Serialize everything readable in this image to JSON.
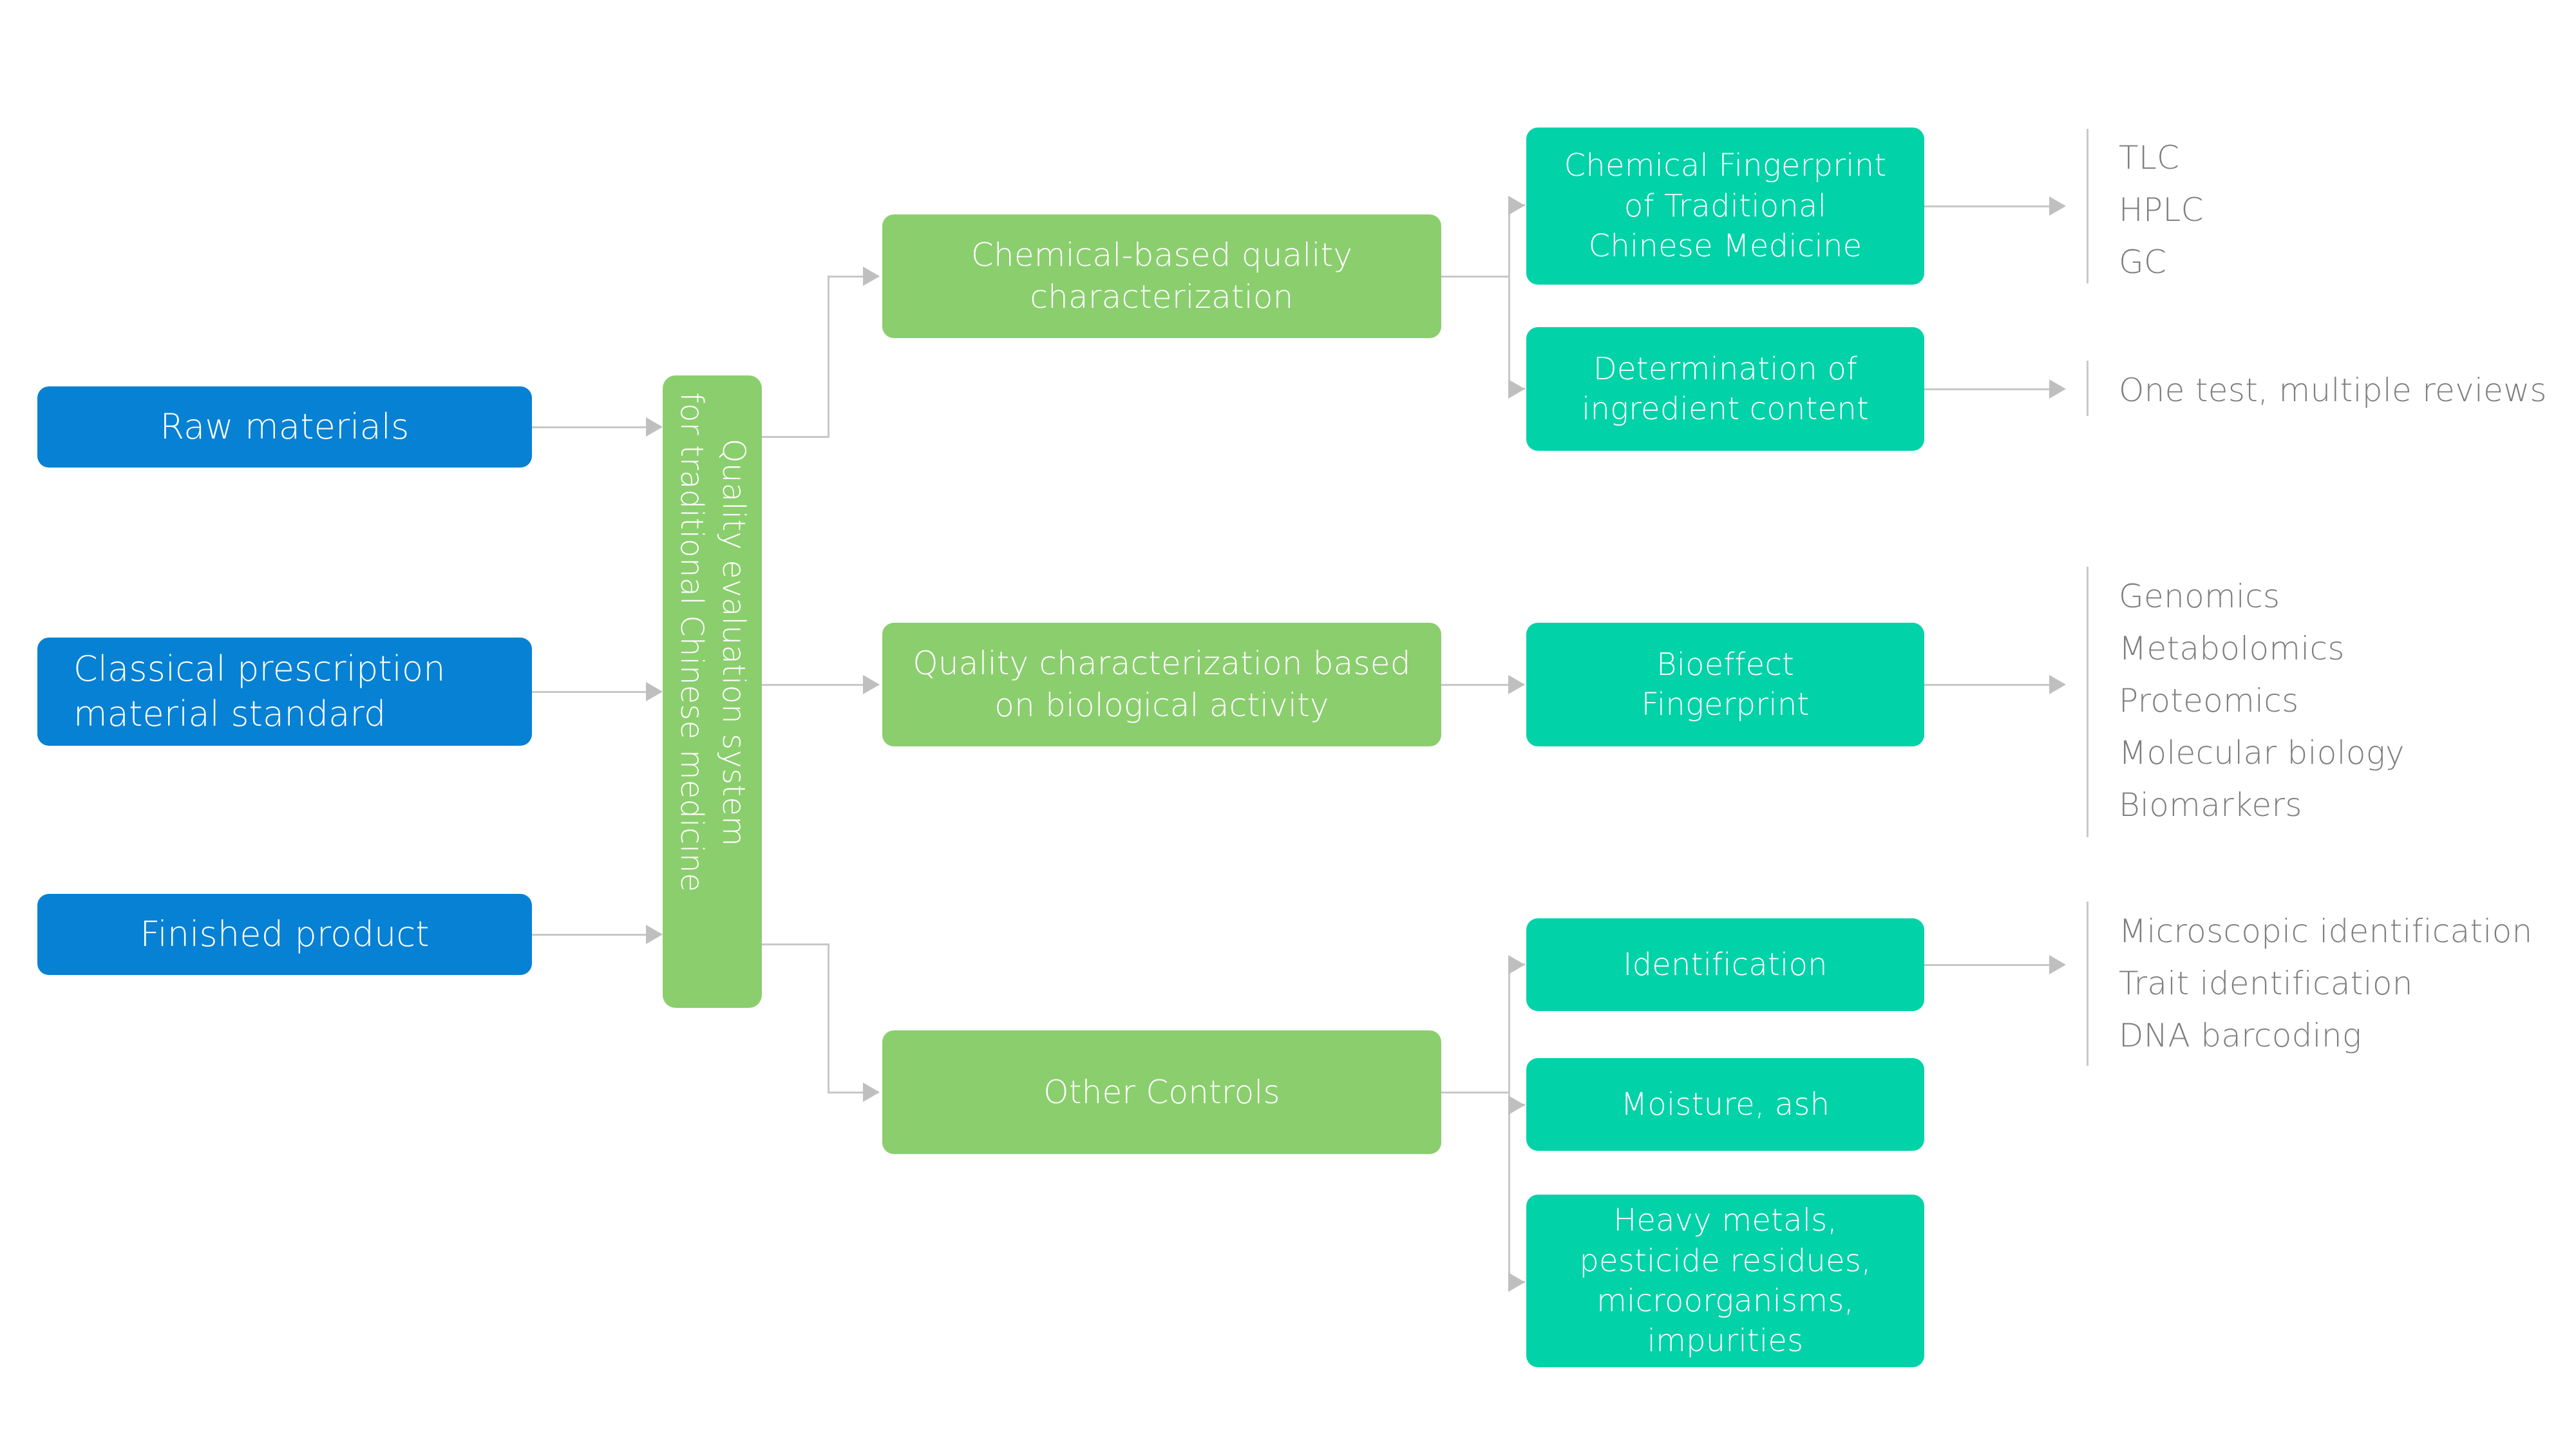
{
  "diagram": {
    "title": "Quality evaluation system for traditional Chinese medicine flowchart",
    "colors": {
      "blue": "#0781D4",
      "green": "#8BCE6E",
      "teal": "#02D2A8",
      "connector": "#C8C8C8",
      "text_gray": "#7F7F7F",
      "background": "#FFFFFF"
    }
  },
  "inputs": {
    "raw_materials": "Raw materials",
    "classical_prescription": "Classical prescription\nmaterial standard",
    "finished_product": "Finished product"
  },
  "spine": {
    "label": "Quality evaluation system\nfor traditional Chinese medicine"
  },
  "branches": {
    "chemical": {
      "label": "Chemical-based quality\ncharacterization",
      "children": [
        {
          "label": "Chemical Fingerprint\nof Traditional\nChinese Medicine",
          "methods": "TLC\nHPLC\nGC"
        },
        {
          "label": "Determination of\ningredient content",
          "methods": "One test, multiple reviews"
        }
      ]
    },
    "biological": {
      "label": "Quality characterization based\non biological activity",
      "children": [
        {
          "label": "Bioeffect\nFingerprint",
          "methods": "Genomics\nMetabolomics\nProteomics\nMolecular biology\nBiomarkers"
        }
      ]
    },
    "other": {
      "label": "Other Controls",
      "children": [
        {
          "label": "Identification",
          "methods": "Microscopic identification\nTrait identification\nDNA barcoding"
        },
        {
          "label": "Moisture, ash",
          "methods": ""
        },
        {
          "label": "Heavy metals,\npesticide residues,\nmicroorganisms,\nimpurities",
          "methods": ""
        }
      ]
    }
  }
}
